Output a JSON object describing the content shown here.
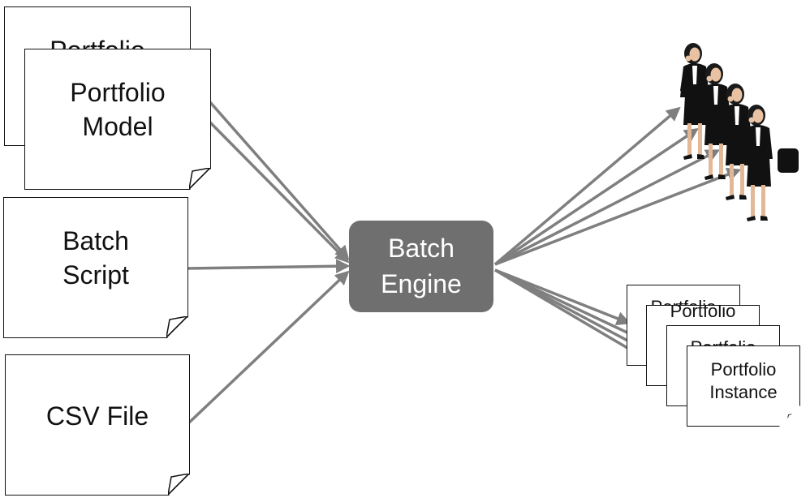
{
  "diagram": {
    "inputs": {
      "portfolio_model_back": {
        "line1": "Portfolio"
      },
      "portfolio_model": {
        "line1": "Portfolio",
        "line2": "Model"
      },
      "batch_script": {
        "line1": "Batch",
        "line2": "Script"
      },
      "csv_file": {
        "line1": "CSV File"
      }
    },
    "engine": {
      "line1": "Batch",
      "line2": "Engine"
    },
    "outputs": {
      "instances": [
        {
          "line1": "Portfolio"
        },
        {
          "line1": "Portfolio"
        },
        {
          "line1": "Portfolio"
        },
        {
          "line1": "Portfolio",
          "line2": "Instance"
        }
      ]
    },
    "colors": {
      "arrow": "#7f7f7f",
      "engine_fill": "#6f6f6f",
      "engine_text": "#ffffff",
      "document_border": "#111111",
      "suit": "#111111"
    }
  }
}
